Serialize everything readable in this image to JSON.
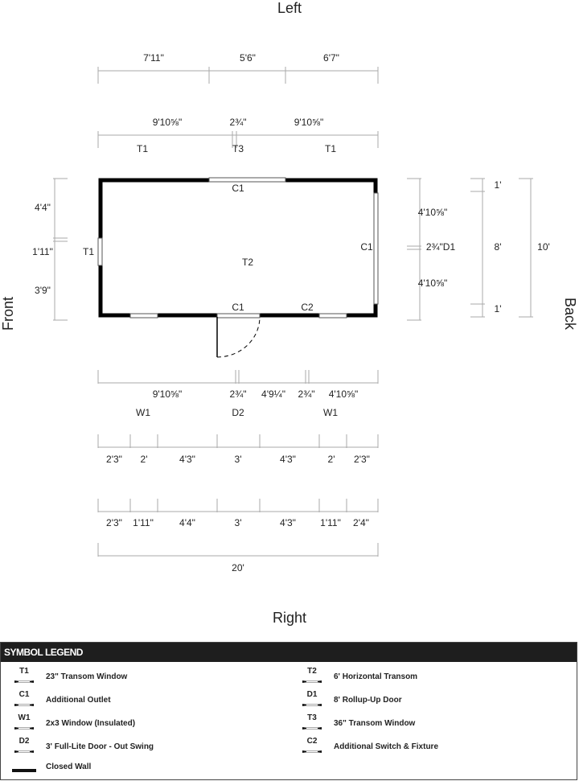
{
  "sides": {
    "left": "Left",
    "right": "Right",
    "front": "Front",
    "back": "Back"
  },
  "top_dims": {
    "row1": [
      "7'11\"",
      "5'6\"",
      "6'7\""
    ],
    "row2": [
      "9'10⅝\"",
      "2¾\"",
      "9'10⅝\""
    ],
    "row2_tags": [
      "T1",
      "T3",
      "T1"
    ]
  },
  "left_dims": [
    "4'4\"",
    "1'11\"",
    "3'9\""
  ],
  "left_tag": "T1",
  "right_dims": [
    "4'10⅝\"",
    "2¾\"D1",
    "4'10⅝\""
  ],
  "height_dims": [
    "1'",
    "8'",
    "1'"
  ],
  "total_height": "10'",
  "plan_tags": {
    "top": "C1",
    "center": "T2",
    "right": "C1",
    "bottom_door": "C1",
    "bottom_right": "C2"
  },
  "bottom_dims": {
    "row1": [
      "9'10⅝\"",
      "2¾\"",
      "4'9¼\"",
      "2¾\"",
      "4'10⅝\""
    ],
    "row1_tags": [
      "W1",
      "D2",
      "W1"
    ],
    "row2": [
      "2'3\"",
      "2'",
      "4'3\"",
      "3'",
      "4'3\"",
      "2'",
      "2'3\""
    ],
    "row3": [
      "2'3\"",
      "1'11\"",
      "4'4\"",
      "3'",
      "4'3\"",
      "1'11\"",
      "2'4\""
    ],
    "total": "20'"
  },
  "legend": {
    "title": "SYMBOL LEGEND",
    "items": [
      {
        "code": "T1",
        "label": "23\" Transom Window"
      },
      {
        "code": "T2",
        "label": "6' Horizontal Transom"
      },
      {
        "code": "C1",
        "label": "Additional Outlet"
      },
      {
        "code": "D1",
        "label": "8' Rollup-Up Door"
      },
      {
        "code": "W1",
        "label": "2x3 Window (Insulated)"
      },
      {
        "code": "T3",
        "label": "36\" Transom Window"
      },
      {
        "code": "D2",
        "label": "3' Full-Lite Door - Out Swing"
      },
      {
        "code": "C2",
        "label": "Additional Switch & Fixture"
      },
      {
        "code": "",
        "label": "Closed Wall"
      }
    ]
  }
}
